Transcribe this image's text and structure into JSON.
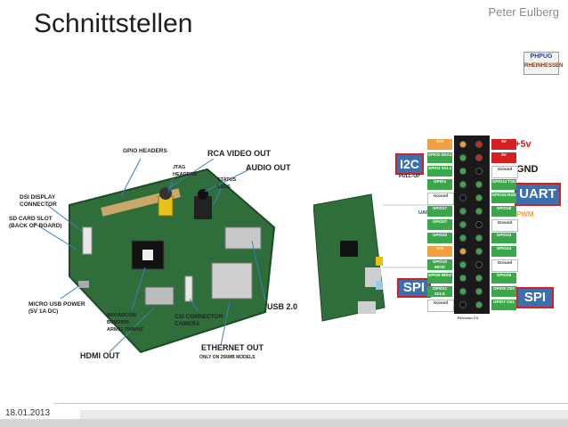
{
  "slide": {
    "title": "Schnittstellen",
    "author": "Peter Eulberg",
    "logo_line1": "PHPUG",
    "logo_line2": "RHEINHESSEN",
    "date": "18.01.2013"
  },
  "left_figure": {
    "labels": {
      "gpio_headers": "GPIO HEADERS",
      "rca_video_out": "RCA VIDEO OUT",
      "jtag_headers": "JTAG\nHEADERS",
      "audio_out": "AUDIO OUT",
      "status_leds": "STATUS\nLEDS",
      "dsi_display": "DSI DISPLAY\nCONNECTOR",
      "sd_card_slot": "SD CARD SLOT\n(BACK OF BOARD)",
      "micro_usb_power": "MICRO USB POWER\n(5V 1A DC)",
      "broadcom": "BROADCOM\nBCM2835\nARM11 700MHZ",
      "csi_connector": "CSI CONNECTOR\nCAMERA",
      "usb": "USB 2.0",
      "hdmi_out": "HDMI OUT",
      "ethernet_out": "ETHERNET OUT",
      "ethernet_note": "ONLY ON 256MB MODELS"
    }
  },
  "right_figure": {
    "callouts": {
      "i2c": "I2C",
      "pull_up": "PULL-UP",
      "uart": "UART",
      "uart_rts": "UART-RTS",
      "spi_left": "SPI",
      "spi_right": "SPI",
      "plus5v": "+5v",
      "gnd": "GND",
      "pwm": "PWM"
    },
    "left_pins": [
      "3V3",
      "GPIO2 SDA1",
      "GPIO3 SCL1",
      "GPIO4",
      "Ground",
      "GPIO17",
      "GPIO27",
      "GPIO22",
      "3V3",
      "GPIO10 MOSI",
      "GPIO9 MISO",
      "GPIO11 SCLK",
      "Ground"
    ],
    "right_pins": [
      "5V",
      "5V",
      "Ground",
      "GPIO14 TXD",
      "GPIO15 RXD",
      "GPIO18",
      "Ground",
      "GPIO23",
      "GPIO24",
      "Ground",
      "GPIO25",
      "GPIO8 CE0",
      "GPIO7 CE1"
    ],
    "revision": "Revision 2.0",
    "colors": {
      "green": "#3aa84a",
      "red": "#d42020",
      "orange": "#f0a040",
      "black": "#1a1a1a"
    }
  }
}
